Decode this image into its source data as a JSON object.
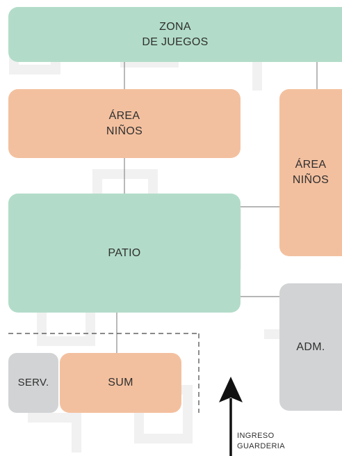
{
  "colors": {
    "green": "#b2dcc9",
    "orange": "#f3c09f",
    "gray": "#d2d3d4",
    "line": "#8a8a8a",
    "dashed": "#444444",
    "arrow": "#111111",
    "text": "#2f2f2f"
  },
  "blocks": {
    "zona_juegos": {
      "line1": "ZONA",
      "line2": "DE JUEGOS",
      "color": "green"
    },
    "area_ninos_1": {
      "line1": "ÁREA",
      "line2": "NIÑOS",
      "color": "orange"
    },
    "area_ninos_2": {
      "line1": "ÁREA",
      "line2": "NIÑOS",
      "color": "orange"
    },
    "patio": {
      "label": "PATIO",
      "color": "green"
    },
    "adm": {
      "label": "ADM.",
      "color": "gray"
    },
    "serv": {
      "label": "SERV.",
      "color": "gray"
    },
    "sum": {
      "label": "SUM",
      "color": "orange"
    }
  },
  "entrance": {
    "line1": "INGRESO",
    "line2": "GUARDERIA",
    "icon": "arrow-up-icon"
  }
}
